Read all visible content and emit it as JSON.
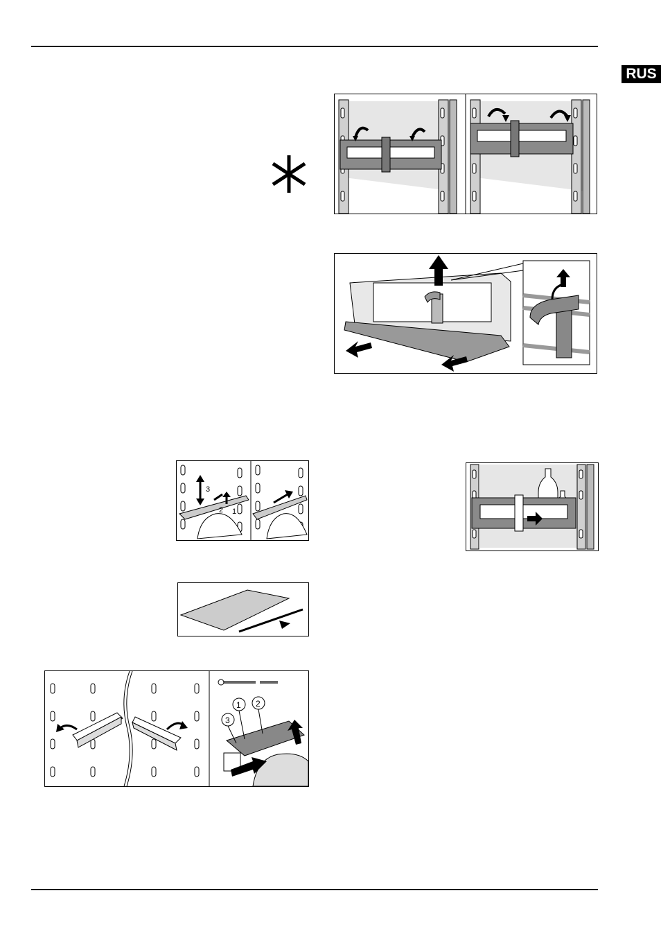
{
  "page": {
    "language_tab": "RUS"
  },
  "figures": {
    "fig_door_rack_mount": {
      "description_icon": "door-rack-mount-illustration"
    },
    "fig_door_rack_remove": {
      "description_icon": "door-rack-remove-illustration"
    },
    "fig_shelf_remove": {
      "labels": [
        "3",
        "2",
        "1"
      ]
    },
    "fig_glass_plate": {
      "description_icon": "glass-plate-illustration"
    },
    "fig_shelf_support": {
      "labels": [
        "1",
        "2",
        "3"
      ]
    },
    "fig_bottle_holder": {
      "description_icon": "bottle-holder-illustration"
    }
  },
  "icons": {
    "freezer_symbol": "snowflake-icon"
  }
}
